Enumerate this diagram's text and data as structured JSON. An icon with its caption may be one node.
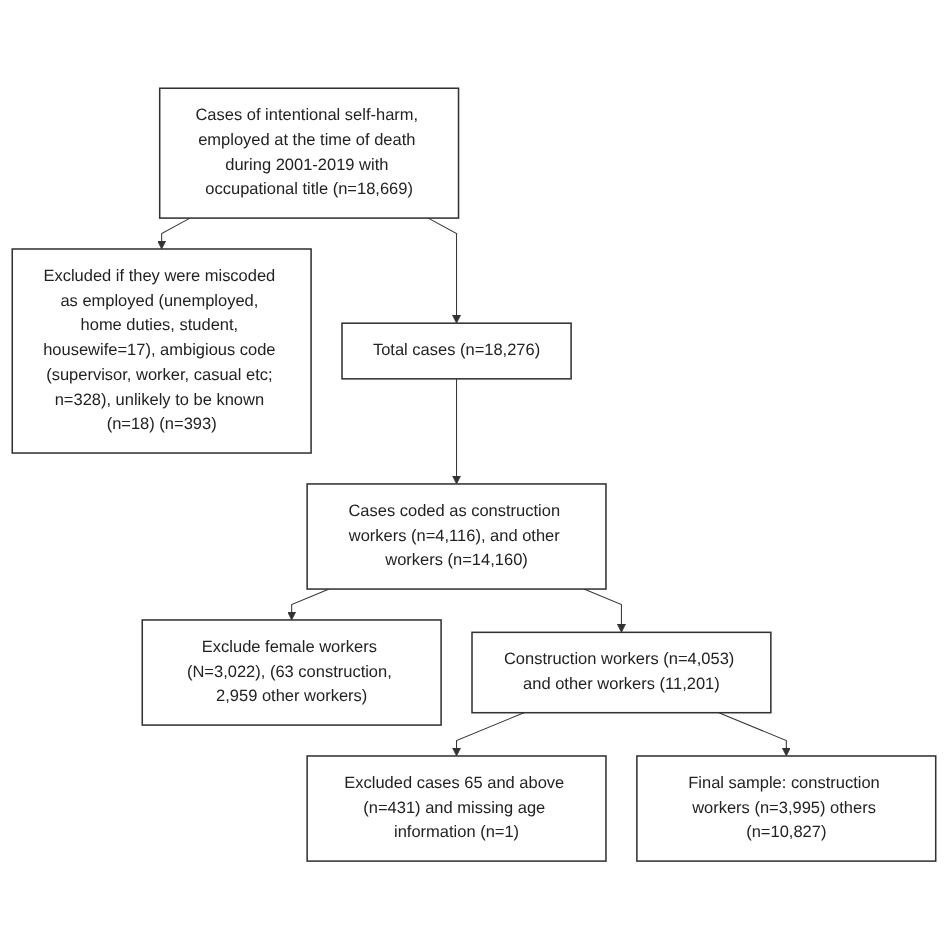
{
  "diagram": {
    "nodes": [
      {
        "text": [
          "Cases of intentional self-harm, employed at the time of death during 2001-2019 with occupational title (n=18,669)"
        ]
      },
      {
        "text": [
          "Excluded if they were miscoded as employed (unemployed, home duties, student, housewife=17), ambigious code (supervisor, worker, casual etc; n=328), unlikely to be known (n=18) (n=393)"
        ]
      },
      {
        "text": [
          "Total cases (n=18,276)"
        ]
      },
      {
        "text": [
          "Cases coded as construction workers (n=4,116), and other workers (n=14,160)"
        ]
      },
      {
        "text": [
          "Exclude female workers (N=3,022), (63 construction, 2,959 other workers)"
        ]
      },
      {
        "text": [
          "Construction workers (n=4,053) and other workers (11,201)"
        ]
      },
      {
        "text": [
          "Excluded cases 65 and above (n=431) and missing age information (n=1)"
        ]
      },
      {
        "text": [
          "Final sample: construction workers (n=3,995) others (n=10,827)"
        ]
      }
    ],
    "edges": [
      {
        "from": 0,
        "to": 1,
        "arrow": "to"
      },
      {
        "from": 0,
        "to": 2,
        "arrow": "to"
      },
      {
        "from": 2,
        "to": 3,
        "arrow": "to"
      },
      {
        "from": 3,
        "to": 4,
        "arrow": "to"
      },
      {
        "from": 3,
        "to": 5,
        "arrow": "to"
      },
      {
        "from": 5,
        "to": 6,
        "arrow": "to"
      },
      {
        "from": 5,
        "to": 7,
        "arrow": "to"
      }
    ]
  }
}
